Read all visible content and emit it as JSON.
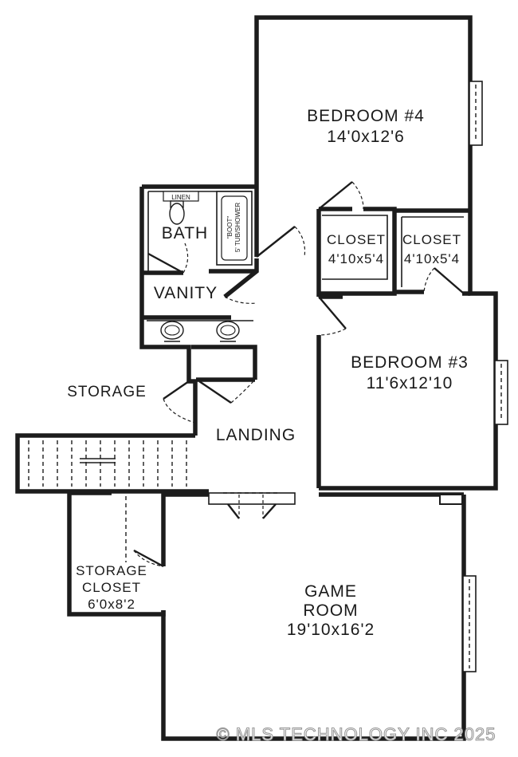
{
  "rooms": {
    "bedroom4": {
      "name": "BEDROOM #4",
      "size": "14'0x12'6"
    },
    "bedroom3": {
      "name": "BEDROOM #3",
      "size": "11'6x12'10"
    },
    "closet1": {
      "name": "CLOSET",
      "size": "4'10x5'4"
    },
    "closet2": {
      "name": "CLOSET",
      "size": "4'10x5'4"
    },
    "bath": {
      "name": "BATH",
      "linen": "LINEN",
      "tub_line1": "\"BOOT\"",
      "tub_line2": "5' TUB/SHOWER"
    },
    "vanity": {
      "name": "VANITY"
    },
    "storage": {
      "name": "STORAGE"
    },
    "landing": {
      "name": "LANDING"
    },
    "storage_closet": {
      "line1": "STORAGE",
      "line2": "CLOSET",
      "size": "6'0x8'2"
    },
    "game_room": {
      "line1": "GAME",
      "line2": "ROOM",
      "size": "19'10x16'2"
    }
  },
  "watermark": "© MLS TECHNOLOGY INC 2025"
}
